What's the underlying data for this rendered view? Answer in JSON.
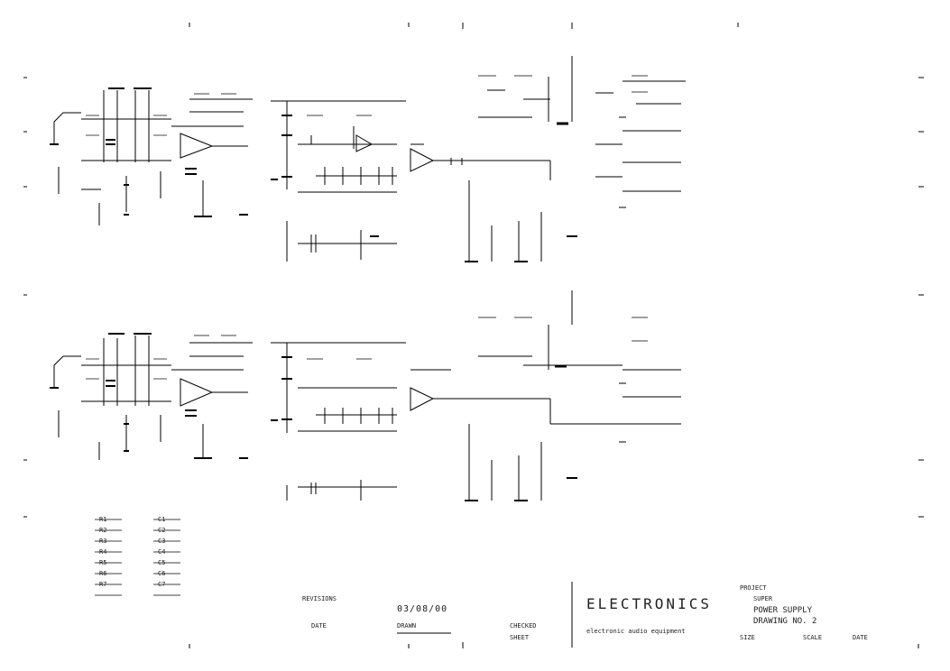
{
  "title_block": {
    "revision_label": "REVISIONS",
    "date_value": "03/08/00",
    "date_label": "DATE",
    "drawn_label": "DRAWN",
    "checked_label": "CHECKED",
    "sheet_label": "SHEET",
    "company_logo": "ELECTRONICS",
    "company_tagline": "electronic audio equipment",
    "project_label": "PROJECT",
    "project_name": "SUPER",
    "drawing_title": "POWER SUPPLY",
    "drawing_number": "DRAWING NO. 2",
    "size_label": "SIZE",
    "scale_label": "SCALE",
    "date_note": "DATE"
  },
  "legend": {
    "left_col": [
      "R1",
      "R2",
      "R3",
      "R4",
      "R5",
      "R6",
      "R7"
    ],
    "right_col": [
      "C1",
      "C2",
      "C3",
      "C4",
      "C5",
      "C6",
      "C7"
    ]
  },
  "colors": {
    "ink": "#000000",
    "paper": "#ffffff"
  }
}
